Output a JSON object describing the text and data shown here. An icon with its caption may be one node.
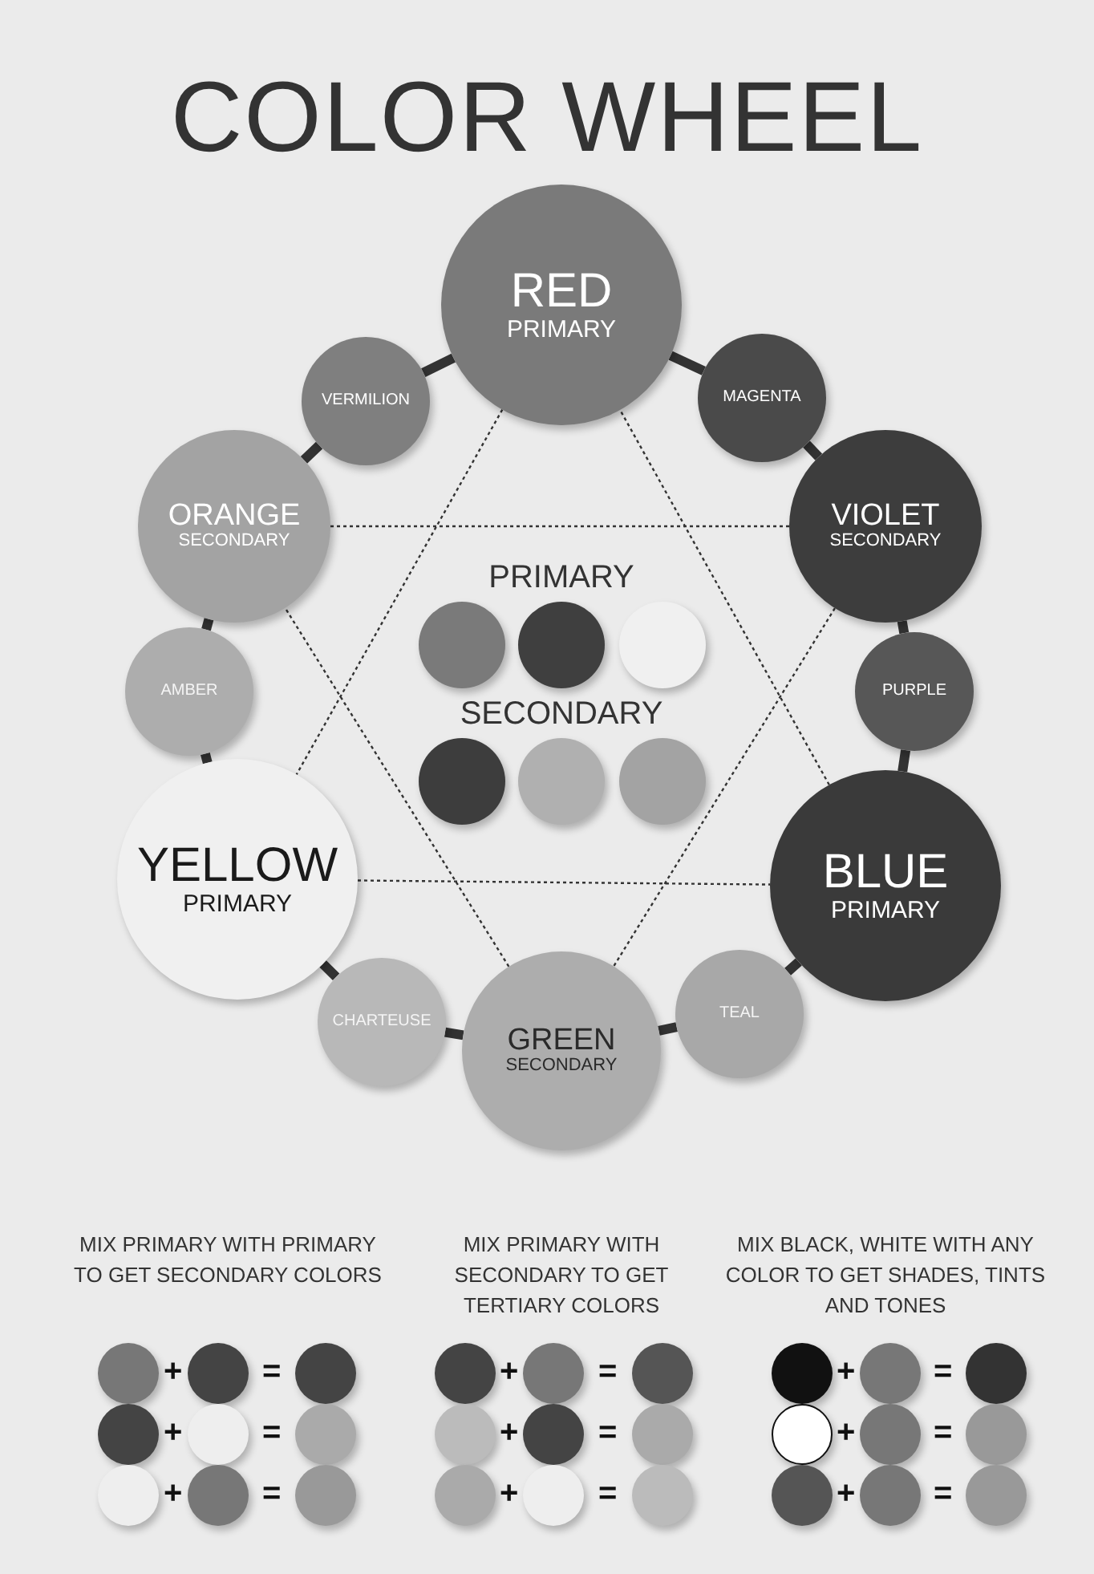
{
  "diagram": {
    "title": "COLOR WHEEL",
    "nodes": [
      {
        "text": [
          "RED",
          "PRIMARY"
        ]
      },
      {
        "text": [
          "VERMILION"
        ]
      },
      {
        "text": [
          "MAGENTA"
        ]
      },
      {
        "text": [
          "ORANGE",
          "SECONDARY"
        ]
      },
      {
        "text": [
          "VIOLET",
          "SECONDARY"
        ]
      },
      {
        "text": [
          "AMBER"
        ]
      },
      {
        "text": [
          "PURPLE"
        ]
      },
      {
        "text": [
          "YELLOW",
          "PRIMARY"
        ]
      },
      {
        "text": [
          "BLUE",
          "PRIMARY"
        ]
      },
      {
        "text": [
          "CHARTEUSE"
        ]
      },
      {
        "text": [
          "GREEN",
          "SECONDARY"
        ]
      },
      {
        "text": [
          "TEAL"
        ]
      },
      {
        "text": [],
        "shape": "circle"
      },
      {
        "text": [],
        "shape": "circle"
      },
      {
        "text": [],
        "shape": "circle"
      },
      {
        "text": [],
        "shape": "circle"
      },
      {
        "text": [],
        "shape": "circle"
      },
      {
        "text": [],
        "shape": "circle"
      },
      {
        "text": [],
        "shape": "circle"
      },
      {
        "text": [],
        "shape": "circle"
      },
      {
        "text": [],
        "shape": "circle"
      },
      {
        "text": [],
        "shape": "circle"
      },
      {
        "text": [],
        "shape": "circle"
      },
      {
        "text": [],
        "shape": "circle"
      },
      {
        "text": [],
        "shape": "circle"
      },
      {
        "text": [],
        "shape": "circle"
      },
      {
        "text": [],
        "shape": "circle"
      },
      {
        "text": [],
        "shape": "circle"
      },
      {
        "text": [],
        "shape": "circle"
      },
      {
        "text": [],
        "shape": "circle"
      },
      {
        "text": [],
        "shape": "circle"
      },
      {
        "text": [],
        "shape": "circle"
      },
      {
        "text": [],
        "shape": "circle"
      },
      {
        "text": [],
        "shape": "circle"
      },
      {
        "text": [],
        "shape": "circle"
      },
      {
        "text": [],
        "shape": "circle"
      },
      {
        "text": [],
        "shape": "circle"
      },
      {
        "text": [],
        "shape": "circle"
      },
      {
        "text": [],
        "shape": "circle"
      },
      {
        "text": [],
        "shape": "circle"
      },
      {
        "text": [],
        "shape": "circle"
      },
      {
        "text": [],
        "shape": "circle"
      },
      {
        "text": [],
        "shape": "circle"
      },
      {
        "text": [],
        "shape": "circle"
      },
      {
        "text": [],
        "shape": "circle"
      }
    ],
    "edges": [
      {
        "from": 0,
        "to": 2,
        "arrow": "none"
      },
      {
        "from": 2,
        "to": 4,
        "arrow": "none"
      },
      {
        "from": 4,
        "to": 6,
        "arrow": "none"
      },
      {
        "from": 6,
        "to": 8,
        "arrow": "none"
      },
      {
        "from": 8,
        "to": 11,
        "arrow": "none"
      },
      {
        "from": 11,
        "to": 10,
        "arrow": "none"
      },
      {
        "from": 10,
        "to": 9,
        "arrow": "none"
      },
      {
        "from": 9,
        "to": 7,
        "arrow": "none"
      },
      {
        "from": 7,
        "to": 5,
        "arrow": "none"
      },
      {
        "from": 5,
        "to": 3,
        "arrow": "none"
      },
      {
        "from": 3,
        "to": 1,
        "arrow": "none"
      },
      {
        "from": 1,
        "to": 0,
        "arrow": "none"
      },
      {
        "from": 0,
        "to": 7,
        "arrow": "none",
        "style": "dashed"
      },
      {
        "from": 7,
        "to": 8,
        "arrow": "none",
        "style": "dashed"
      },
      {
        "from": 8,
        "to": 0,
        "arrow": "none",
        "style": "dashed"
      },
      {
        "from": 3,
        "to": 4,
        "arrow": "none",
        "style": "dashed"
      },
      {
        "from": 4,
        "to": 10,
        "arrow": "none",
        "style": "dashed"
      },
      {
        "from": 10,
        "to": 3,
        "arrow": "none",
        "style": "dashed"
      }
    ],
    "labels": [
      "PRIMARY",
      "SECONDARY",
      "MIX PRIMARY WITH PRIMARY TO GET SECONDARY COLORS",
      "MIX PRIMARY WITH SECONDARY TO GET TERTIARY COLORS",
      "MIX BLACK, WHITE WITH ANY COLOR TO GET SHADES, TINTS AND TONES",
      "+",
      "=",
      "+",
      "=",
      "+",
      "=",
      "+",
      "=",
      "+",
      "=",
      "+",
      "=",
      "+",
      "=",
      "+",
      "=",
      "+",
      "="
    ]
  }
}
